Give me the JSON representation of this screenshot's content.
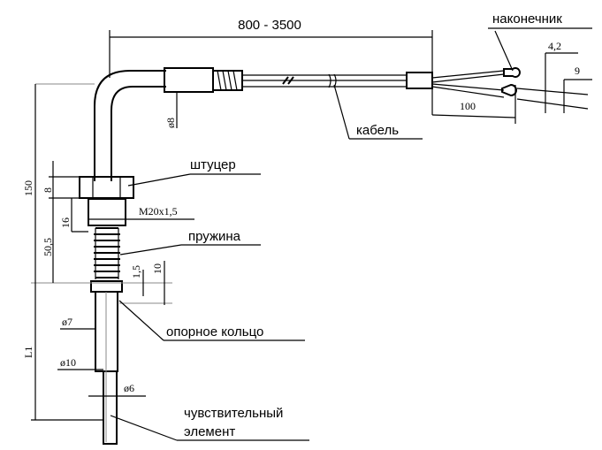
{
  "labels": {
    "length_range": "800 - 3500",
    "tip": "наконечник",
    "cable": "кабель",
    "fitting": "штуцер",
    "thread": "M20x1,5",
    "spring": "пружина",
    "support_ring": "опорное кольцо",
    "sensor_line1": "чувствительный",
    "sensor_line2": "элемент"
  },
  "dimensions": {
    "d_150": "150",
    "d_8": "8",
    "d_16": "16",
    "d_50_5": "50,5",
    "d_1_5": "1,5",
    "d_10": "10",
    "d_L1": "L1",
    "d_dia8": "ø8",
    "d_dia7": "ø7",
    "d_dia10": "ø10",
    "d_dia6": "ø6",
    "d_100": "100",
    "d_4_2": "4,2",
    "d_9": "9"
  }
}
